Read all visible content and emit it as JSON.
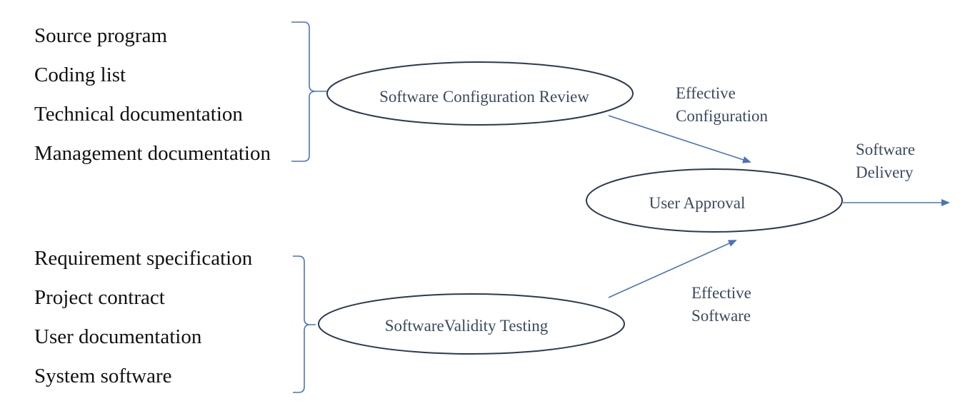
{
  "diagram": {
    "config_inputs": [
      "Source program",
      "Coding list",
      "Technical documentation",
      "Management documentation"
    ],
    "validity_inputs": [
      "Requirement specification",
      "Project contract",
      "User documentation",
      "System software"
    ],
    "nodes": {
      "config_review": "Software Configuration Review",
      "validity_testing": "SoftwareValidity Testing",
      "user_approval": "User Approval"
    },
    "edges": {
      "config_to_approval": [
        "Effective",
        "Configuration"
      ],
      "validity_to_approval": [
        "Effective",
        "Software"
      ],
      "approval_out": [
        "Software",
        "Delivery"
      ]
    },
    "colors": {
      "arrow": "#4a73b9",
      "brace": "#4a73b9",
      "ellipse_stroke": "#2b3a4f",
      "node_text": "#3b4a5e",
      "list_text": "#111111"
    }
  }
}
